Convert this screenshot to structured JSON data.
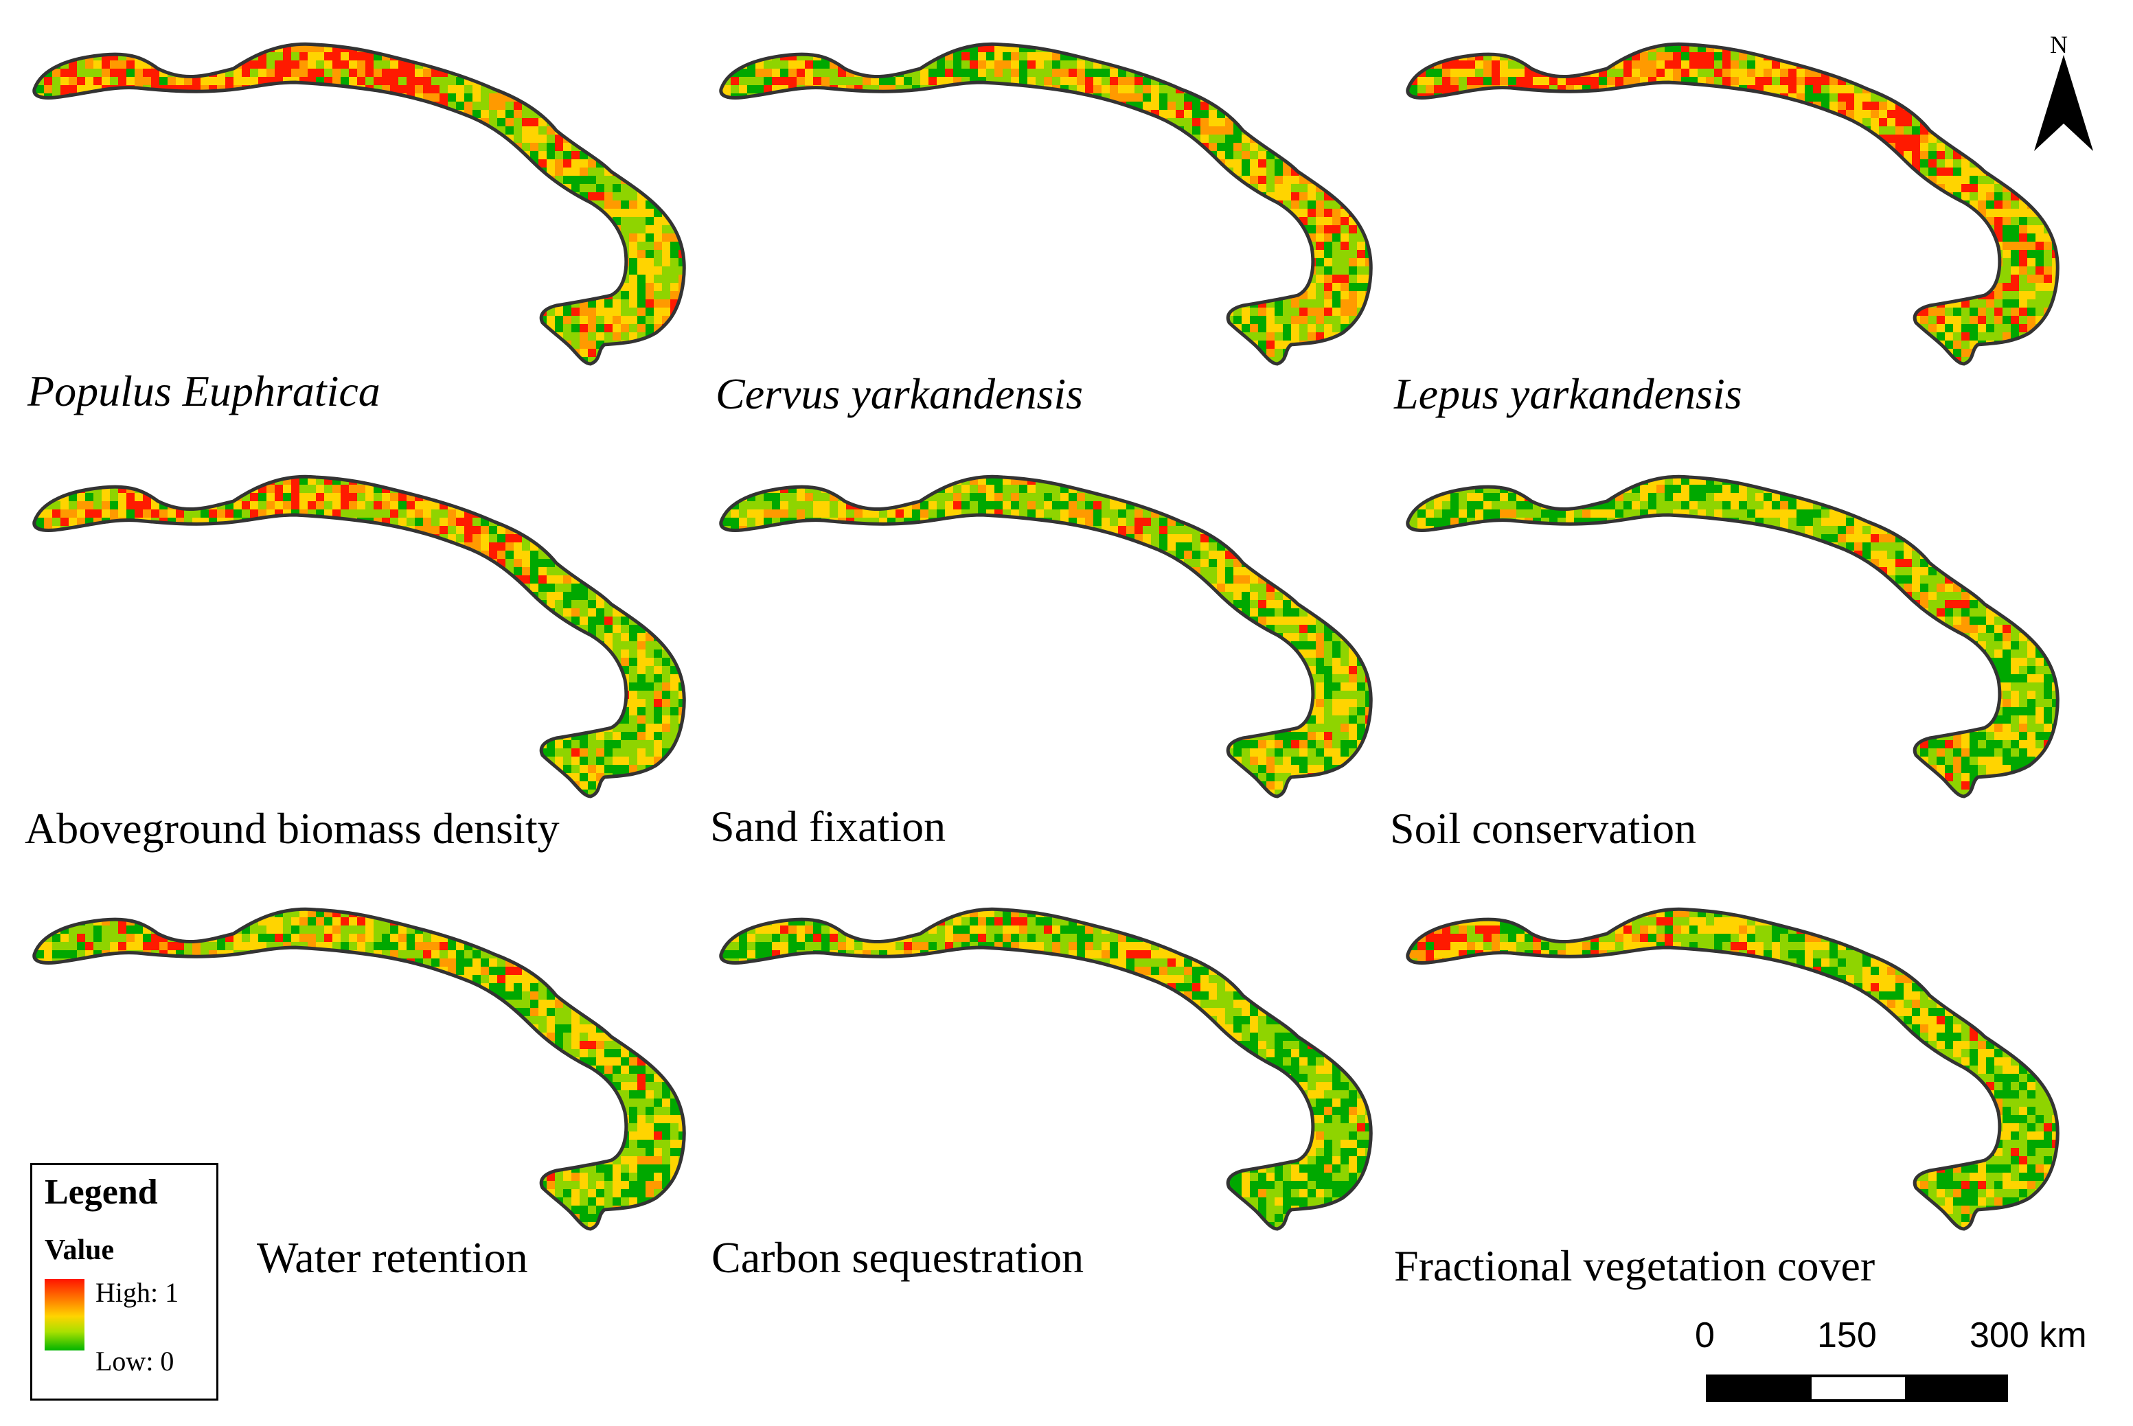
{
  "panels": [
    {
      "label": "Populus Euphratica",
      "italic": true
    },
    {
      "label": "Cervus yarkandensis",
      "italic": true
    },
    {
      "label": "Lepus yarkandensis",
      "italic": true
    },
    {
      "label": "Aboveground biomass density",
      "italic": false
    },
    {
      "label": "Sand fixation",
      "italic": false
    },
    {
      "label": "Soil conservation",
      "italic": false
    },
    {
      "label": "Water retention",
      "italic": false
    },
    {
      "label": "Carbon sequestration",
      "italic": false
    },
    {
      "label": "Fractional vegetation cover",
      "italic": false
    }
  ],
  "north_arrow": {
    "letter": "N",
    "icon": "north-arrow-icon"
  },
  "legend": {
    "title": "Legend",
    "field": "Value",
    "high_label": "High: 1",
    "low_label": "Low: 0",
    "ramp_colors": [
      "#ff1400",
      "#ff7a00",
      "#ffd400",
      "#a8e000",
      "#00b400"
    ]
  },
  "scale_bar": {
    "ticks": [
      "0",
      "150",
      "300 km"
    ]
  },
  "colors": {
    "outline": "#333333",
    "low": "#00a800",
    "mid_low": "#8fd400",
    "mid": "#ffd400",
    "mid_high": "#ff9a00",
    "high": "#ff1a00"
  }
}
